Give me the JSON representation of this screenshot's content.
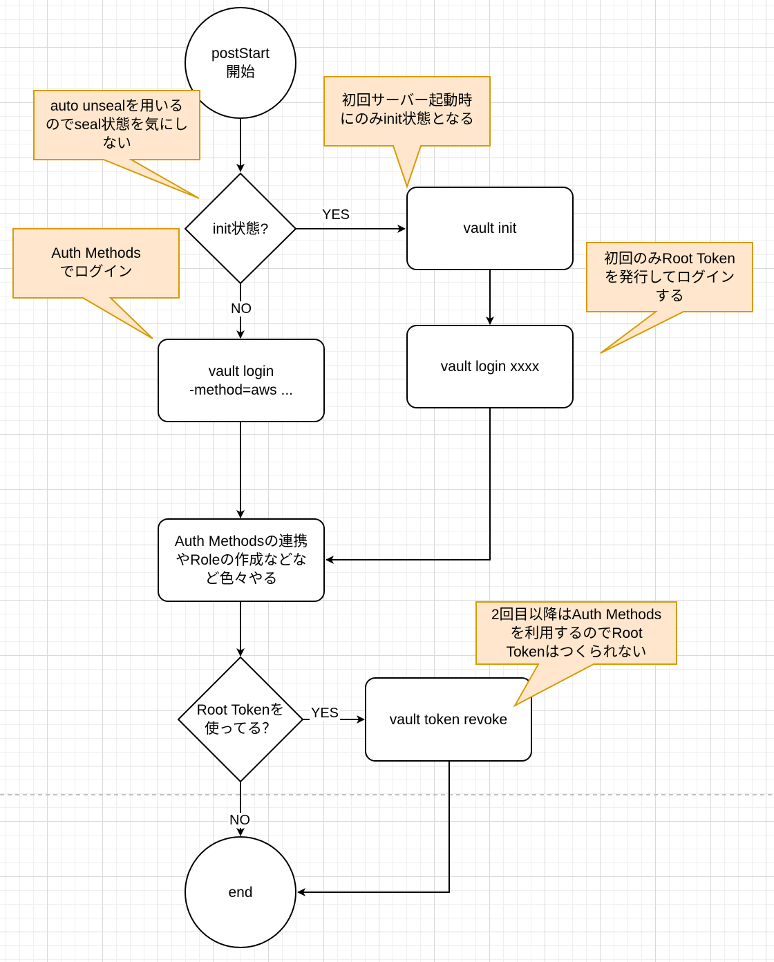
{
  "diagram": {
    "colors": {
      "node_fill": "#ffffff",
      "node_stroke": "#000000",
      "note_fill": "#ffe6cc",
      "note_stroke": "#d79b00",
      "edge": "#000000",
      "page_break": "#c0c0c0"
    },
    "nodes": {
      "start": "postStart\n開始",
      "init_check": "init状態?",
      "vault_init": "vault init",
      "vault_login_root": "vault login xxxx",
      "vault_login_aws": "vault login\n-method=aws ...",
      "auth_setup": "Auth Methodsの連携\nやRoleの作成などな\nど色々やる",
      "root_token_check": "Root Tokenを\n使ってる？",
      "token_revoke": "vault token revoke",
      "end": "end"
    },
    "notes": {
      "auto_unseal": "auto unsealを用いる\nのでseal状態を気にし\nない",
      "first_start": "初回サーバー起動時\nにのみinit状態となる",
      "auth_methods_login": "Auth Methods\nでログイン",
      "root_token_login": "初回のみRoot Token\nを発行してログイン\nする",
      "root_not_created": "2回目以降はAuth Methods\nを利用するのでRoot\nTokenはつくられない"
    },
    "edge_labels": {
      "init_yes": "YES",
      "init_no": "NO",
      "root_yes": "YES",
      "root_no": "NO"
    }
  }
}
